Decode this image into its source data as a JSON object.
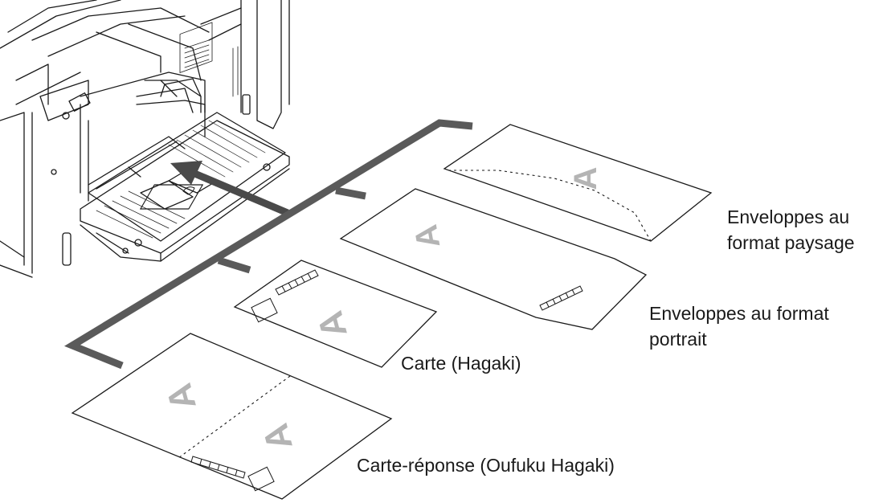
{
  "labels": {
    "landscape_line1": "Enveloppes au",
    "landscape_line2": "format paysage",
    "portrait_line1": "Enveloppes au format",
    "portrait_line2": "portrait",
    "hagaki": "Carte (Hagaki)",
    "oufuku": "Carte-réponse (Oufuku Hagaki)"
  },
  "media": {
    "sheet_letter": "A"
  },
  "colors": {
    "outline": "#1a1a1a",
    "guide_bar": "#5a5a5a",
    "letter_fill": "#b4b4b4",
    "arrow": "#4a4a4a"
  }
}
